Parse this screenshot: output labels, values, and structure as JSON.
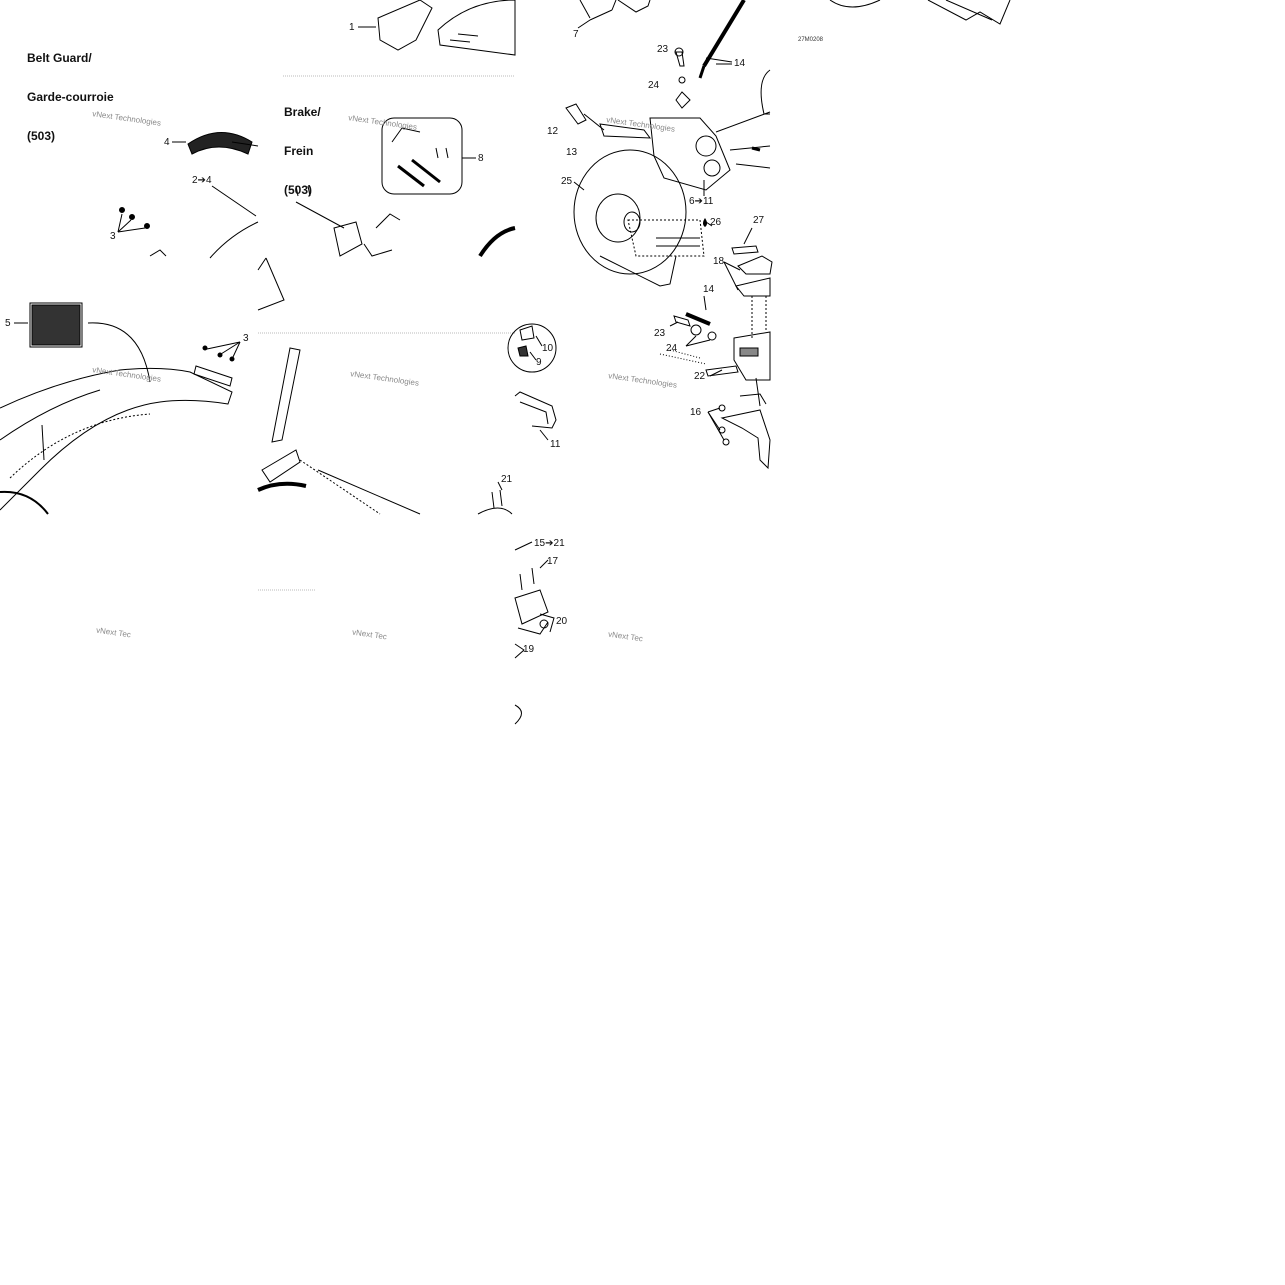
{
  "sections": {
    "belt_guard": {
      "title_line1": "Belt Guard/",
      "title_line2": "Garde-courroie",
      "title_line3": "(503)"
    },
    "brake": {
      "title_line1": "Brake/",
      "title_line2": "Frein",
      "title_line3": "(503)"
    }
  },
  "watermark": "vNext Technologies",
  "watermark_partial": "vNext Tec",
  "reference_code": "27M0208",
  "callouts": {
    "c1": "1",
    "c2to4": "2➔4",
    "c3a": "3",
    "c3b": "3",
    "c4": "4",
    "c5": "5",
    "c6to11": "6➔11",
    "c7": "7",
    "c8": "8",
    "c9": "9",
    "c10": "10",
    "c11": "11",
    "c12": "12",
    "c13": "13",
    "c14a": "14",
    "c14b": "14",
    "c15to21": "15➔21",
    "c16": "16",
    "c17": "17",
    "c18": "18",
    "c19": "19",
    "c20": "20",
    "c21": "21",
    "c22": "22",
    "c23a": "23",
    "c23b": "23",
    "c24a": "24",
    "c24b": "24",
    "c25": "25",
    "c26": "26",
    "c27": "27"
  }
}
